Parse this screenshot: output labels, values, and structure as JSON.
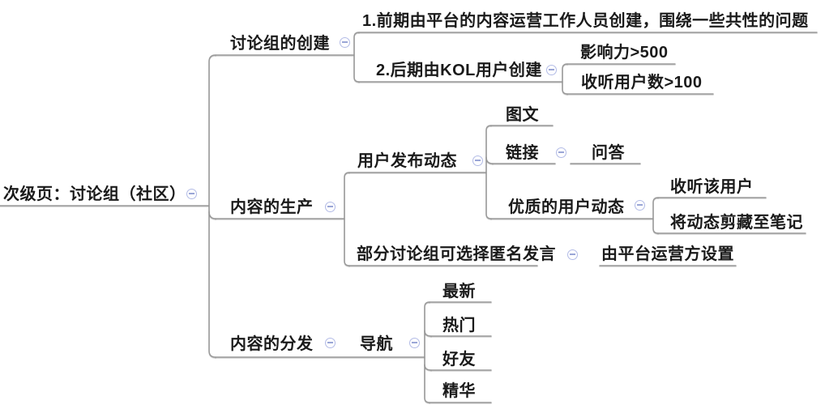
{
  "app": "mind-map",
  "colors": {
    "background": "#ffffff",
    "line": "#999999",
    "text": "#1a1a1a",
    "collapse_ring": "#b3bce6",
    "collapse_minus": "#9aa6d6"
  },
  "icons": {
    "collapse": "minus-in-circle"
  },
  "mindmap": {
    "root": {
      "label": "次级页：讨论组（社区）"
    },
    "branches": [
      {
        "label": "讨论组的创建",
        "children": [
          {
            "label": "1.前期由平台的内容运营工作人员创建，围绕一些共性的问题"
          },
          {
            "label": "2.后期由KOL用户创建",
            "children": [
              {
                "label": "影响力>500"
              },
              {
                "label": "收听用户数>100"
              }
            ]
          }
        ]
      },
      {
        "label": "内容的生产",
        "children": [
          {
            "label": "用户发布动态",
            "children": [
              {
                "label": "图文"
              },
              {
                "label": "链接",
                "children": [
                  {
                    "label": "问答"
                  }
                ]
              },
              {
                "label": "优质的用户动态",
                "children": [
                  {
                    "label": "收听该用户"
                  },
                  {
                    "label": "将动态剪藏至笔记"
                  }
                ]
              }
            ]
          },
          {
            "label": "部分讨论组可选择匿名发言",
            "children": [
              {
                "label": "由平台运营方设置"
              }
            ]
          }
        ]
      },
      {
        "label": "内容的分发",
        "children": [
          {
            "label": "导航",
            "children": [
              {
                "label": "最新"
              },
              {
                "label": "热门"
              },
              {
                "label": "好友"
              },
              {
                "label": "精华"
              }
            ]
          }
        ]
      }
    ]
  }
}
